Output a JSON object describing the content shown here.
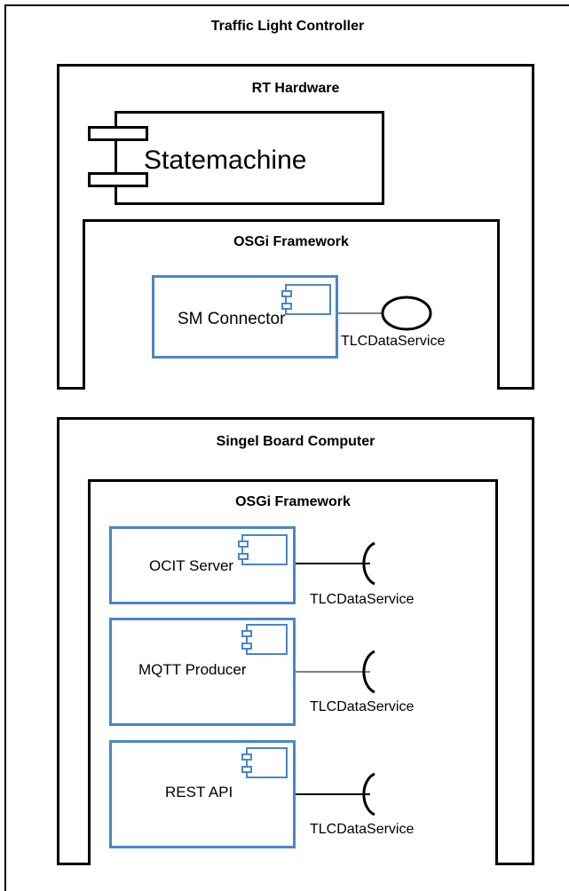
{
  "controller": {
    "title": "Traffic Light Controller"
  },
  "rt_hardware": {
    "title": "RT Hardware",
    "statemachine": {
      "label": "Statemachine"
    },
    "osgi": {
      "title": "OSGi Framework",
      "component": {
        "label": "SM Connector",
        "service": "TLCDataService"
      }
    }
  },
  "sbc": {
    "title": "Singel Board Computer",
    "osgi": {
      "title": "OSGi Framework",
      "components": [
        {
          "label": "OCIT Server",
          "service": "TLCDataService"
        },
        {
          "label": "MQTT Producer",
          "service": "TLCDataService"
        },
        {
          "label": "REST API",
          "service": "TLCDataService"
        }
      ]
    }
  },
  "colors": {
    "border": "#000000",
    "component_border": "#4a86c8",
    "connector": "#808080"
  },
  "icons": {
    "component": "component-icon",
    "provided_interface": "lollipop-icon",
    "required_interface": "socket-icon"
  }
}
